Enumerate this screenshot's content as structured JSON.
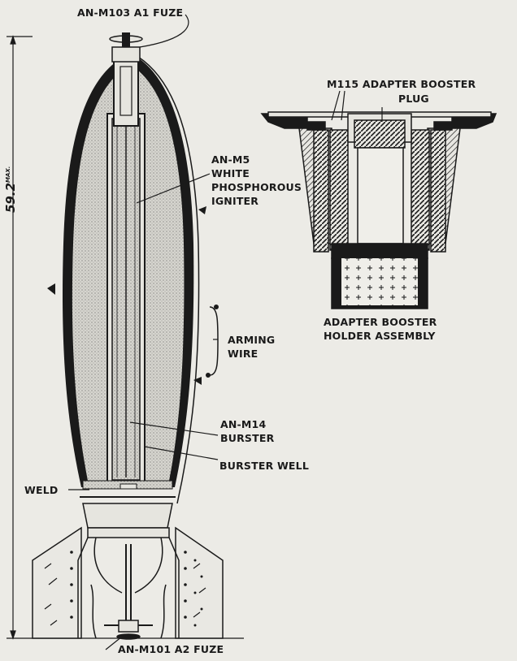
{
  "labels": {
    "top_fuze": "AN-M103 A1  FUZE",
    "igniter": [
      "AN-M5",
      "WHITE",
      "PHOSPHOROUS",
      "IGNITER"
    ],
    "arming_wire": [
      "ARMING",
      "WIRE"
    ],
    "burster": [
      "AN-M14",
      "BURSTER"
    ],
    "burster_well": "BURSTER WELL",
    "weld": "WELD",
    "tail_fuze": "AN-M101 A2  FUZE",
    "adapter_booster": "M115  ADAPTER BOOSTER",
    "plug": "PLUG",
    "holder_assembly": [
      "ADAPTER BOOSTER",
      "HOLDER ASSEMBLY"
    ]
  },
  "dimension": {
    "value": "59.2",
    "suffix": "MAX."
  },
  "colors": {
    "ink": "#1a1a1a",
    "paper": "#ecebe6",
    "fill": "#c9c8c2"
  }
}
